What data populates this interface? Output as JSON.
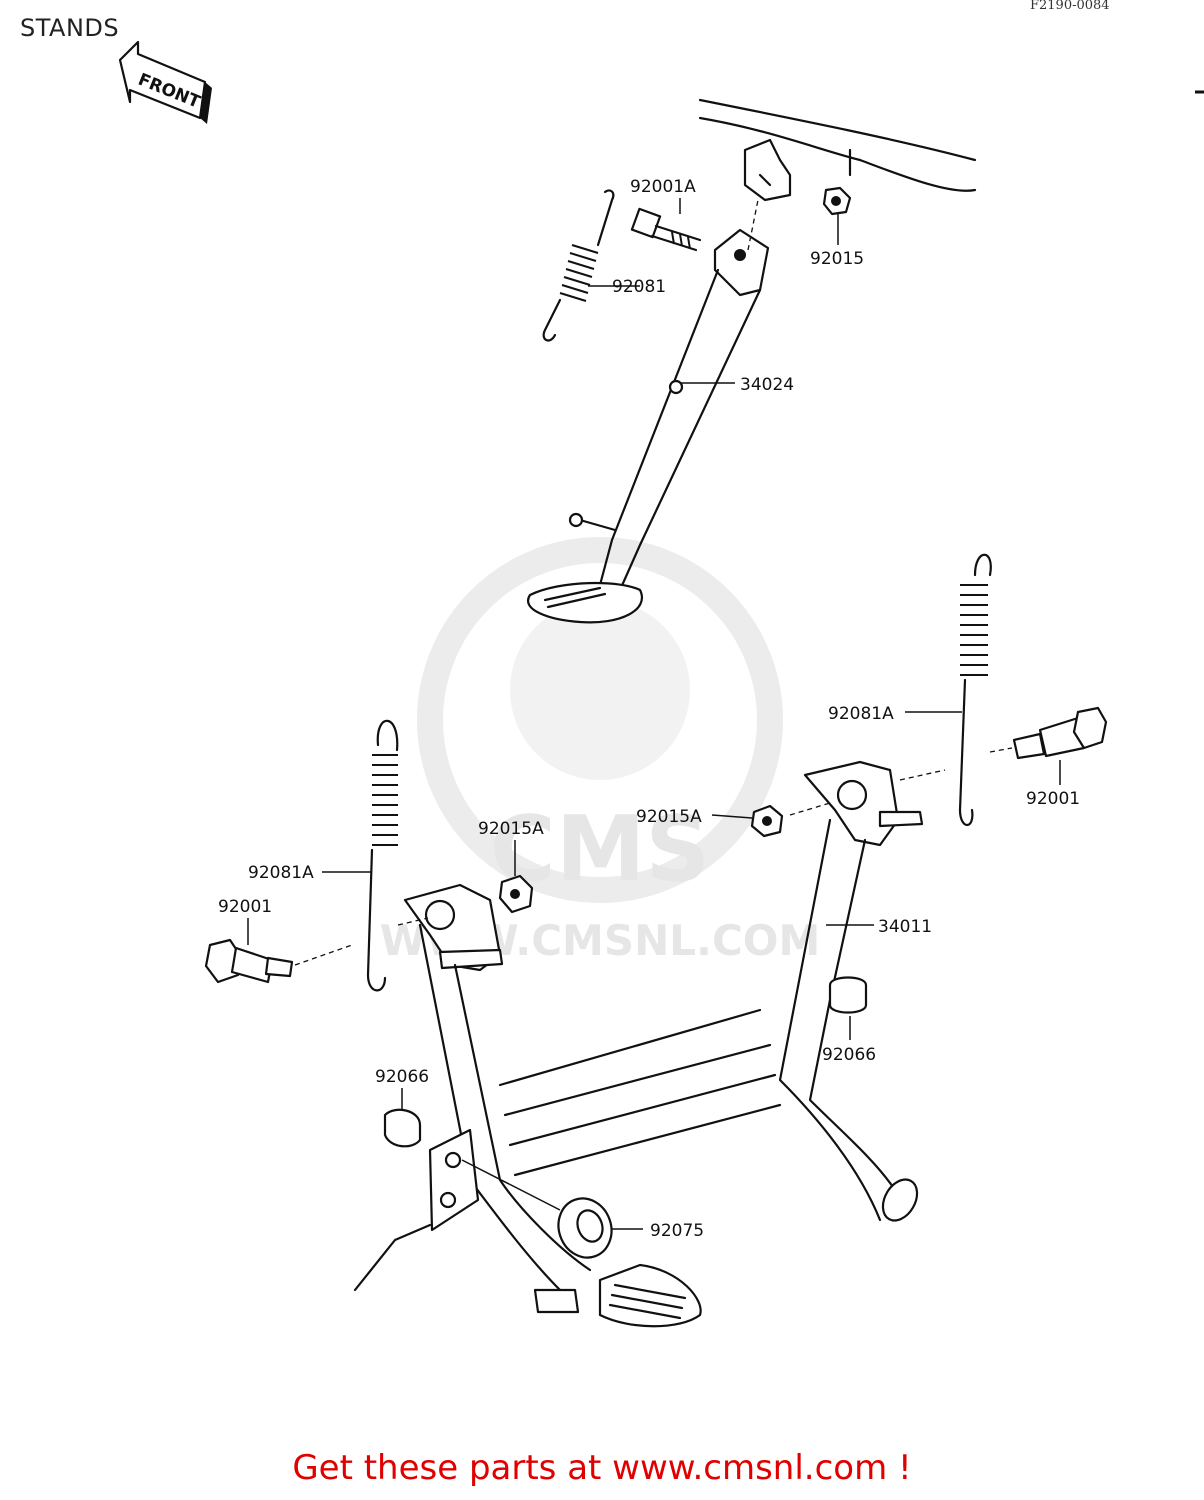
{
  "diagram": {
    "title": "STANDS",
    "figure_code": "F2190-0084",
    "front_arrow_label": "FRONT",
    "watermark_text": "WWW.CMSNL.COM",
    "watermark_logo": "CMS",
    "promo_text": "Get these parts at www.cmsnl.com !",
    "promo_color": "#e00000",
    "parts": [
      {
        "id": "p1",
        "label": "92001A"
      },
      {
        "id": "p2",
        "label": "92015"
      },
      {
        "id": "p3",
        "label": "92081"
      },
      {
        "id": "p4",
        "label": "34024"
      },
      {
        "id": "p5",
        "label": "92081A"
      },
      {
        "id": "p6",
        "label": "92001"
      },
      {
        "id": "p7",
        "label": "92015A"
      },
      {
        "id": "p8",
        "label": "92015A"
      },
      {
        "id": "p9",
        "label": "34011"
      },
      {
        "id": "p10",
        "label": "92081A"
      },
      {
        "id": "p11",
        "label": "92001"
      },
      {
        "id": "p12",
        "label": "92066"
      },
      {
        "id": "p13",
        "label": "92066"
      },
      {
        "id": "p14",
        "label": "92075"
      }
    ]
  }
}
